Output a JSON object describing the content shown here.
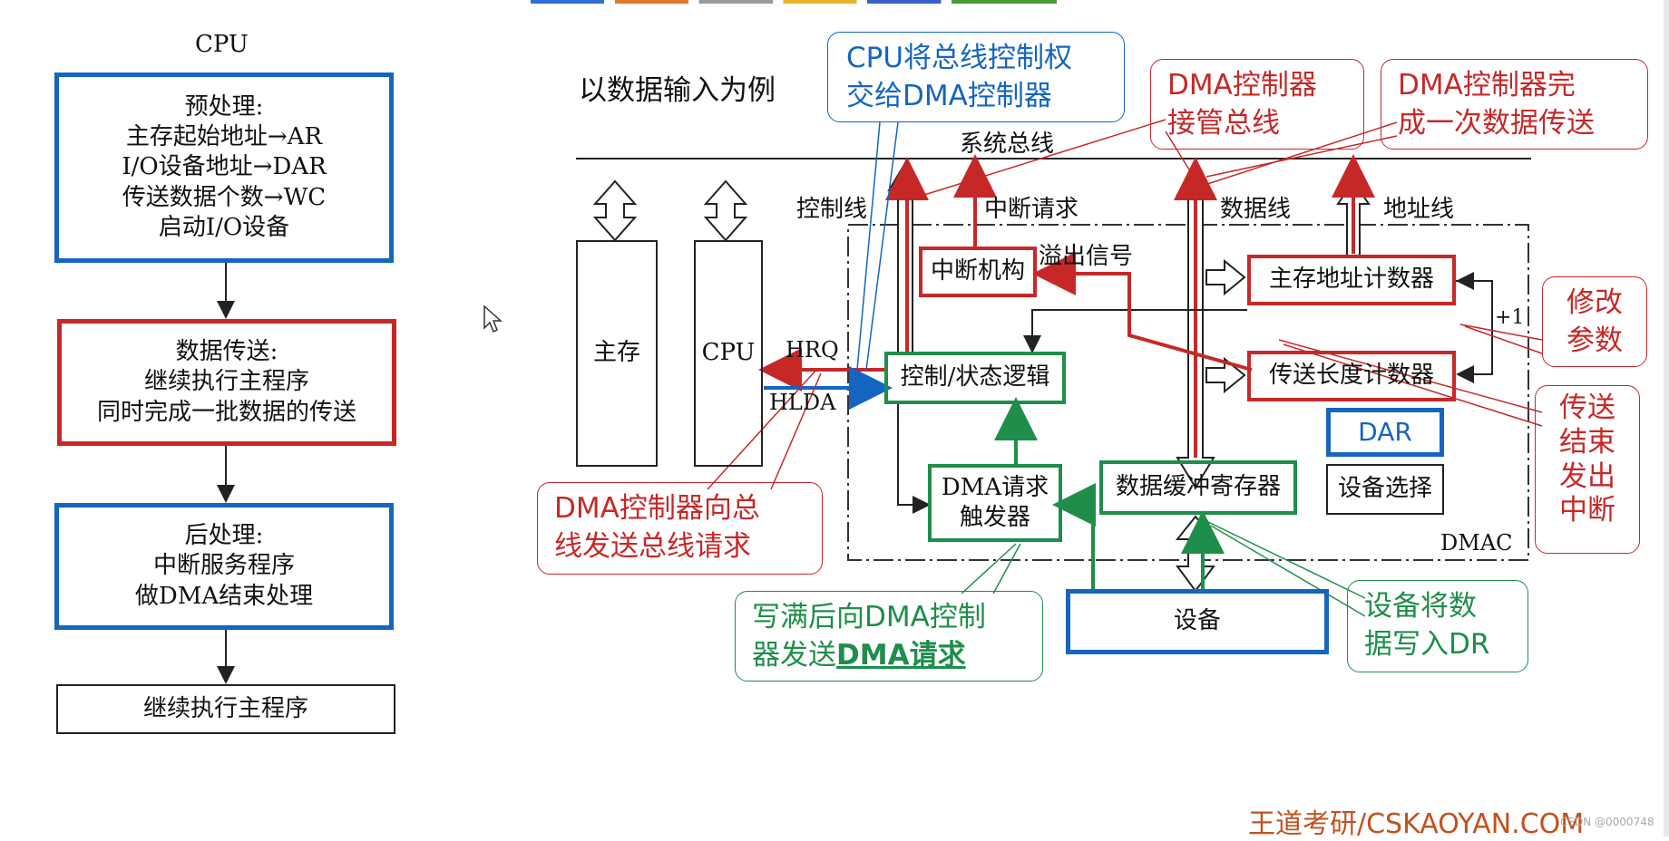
{
  "flow": {
    "header": "CPU",
    "steps": [
      {
        "text": "预处理:\n主存起始地址→AR\nI/O设备地址→DAR\n传送数据个数→WC\n启动I/O设备"
      },
      {
        "text": "数据传送:\n继续执行主程序\n同时完成一批数据的传送"
      },
      {
        "text": "后处理:\n中断服务程序\n做DMA结束处理"
      },
      {
        "text": "继续执行主程序"
      }
    ]
  },
  "diagram": {
    "intro": "以数据输入为例",
    "system_bus": "系统总线",
    "control_line": "控制线",
    "interrupt_request": "中断请求",
    "data_line": "数据线",
    "address_line": "地址线",
    "overflow_signal": "溢出信号",
    "main_memory": "主存",
    "cpu": "CPU",
    "hrq": "HRQ",
    "hlda": "HLDA",
    "interrupt_unit": "中断机构",
    "control_logic": "控制/状态逻辑",
    "dma_trigger": "DMA请求\n触发器",
    "data_buffer": "数据缓冲寄存器",
    "addr_counter": "主存地址计数器",
    "length_counter": "传送长度计数器",
    "plus_one": "+1",
    "dar": "DAR",
    "device_select": "设备选择",
    "dmac": "DMAC",
    "device": "设备"
  },
  "callouts": {
    "cpu_hands_bus": "CPU将总线控制权\n交给DMA控制器",
    "dma_takes_bus": "DMA控制器\n接管总线",
    "dma_done_one": "DMA控制器完\n成一次数据传送",
    "modify_params": "修改\n参数",
    "end_interrupt": "传送\n结束\n发出\n中断",
    "dma_bus_request": "DMA控制器向总\n线发送总线请求",
    "send_dma_request": "写满后向DMA控制\n器发送",
    "send_dma_request_bold": "DMA请求",
    "device_write_dr": "设备将数\n据写入DR"
  },
  "watermark": "王道考研/CSKAOYAN.COM",
  "csdn": "CSDN @0000748",
  "colors": {
    "blue": "#1565c0",
    "red": "#c62828",
    "green": "#1e8e4a"
  }
}
